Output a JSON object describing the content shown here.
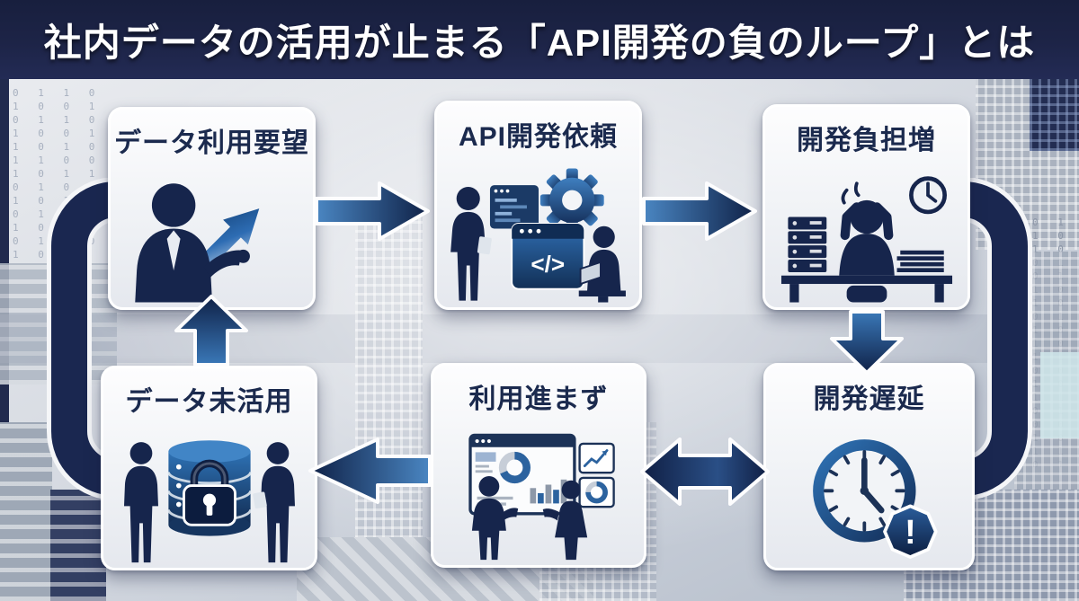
{
  "title": "社内データの活用が止まる「API開発の負のループ」とは",
  "nodes": [
    {
      "label": "データ利用要望",
      "icon": "businessman-rising-arrow"
    },
    {
      "label": "API開発依頼",
      "icon": "api-development-request",
      "code_symbol": "</>"
    },
    {
      "label": "開発負担増",
      "icon": "overworked-developer"
    },
    {
      "label": "データ未活用",
      "icon": "locked-database"
    },
    {
      "label": "利用進まず",
      "icon": "dashboard-discussion"
    },
    {
      "label": "開発遅延",
      "icon": "clock-warning",
      "warning_mark": "!"
    }
  ],
  "flow": [
    {
      "from": "データ利用要望",
      "to": "API開発依頼",
      "direction": "right"
    },
    {
      "from": "API開発依頼",
      "to": "開発負担増",
      "direction": "right"
    },
    {
      "from": "開発負担増",
      "to": "開発遅延",
      "direction": "down"
    },
    {
      "from": "開発遅延",
      "to": "利用進まず",
      "direction": "double-horizontal"
    },
    {
      "from": "利用進まず",
      "to": "データ未活用",
      "direction": "left"
    },
    {
      "from": "データ未活用",
      "to": "データ利用要望",
      "direction": "up"
    }
  ],
  "colors": {
    "title_bg": "#1d2447",
    "navy": "#16254c",
    "accent_blue": "#2f72b5",
    "box_bg": "#f2f4f7",
    "canvas_bg": "#d6dae2",
    "label_text": "#1b2a4e"
  },
  "background": {
    "binary_texture": "0 1 1 0 1 0 0 1 0 1 1 0 1 0 0 1 1 0 1 0 1 1 0 0 1 0 1 1 0 1 0 0 1 0 1 1 0 1 0 1 1 0 0 1 0 1 1 0 1 0"
  }
}
